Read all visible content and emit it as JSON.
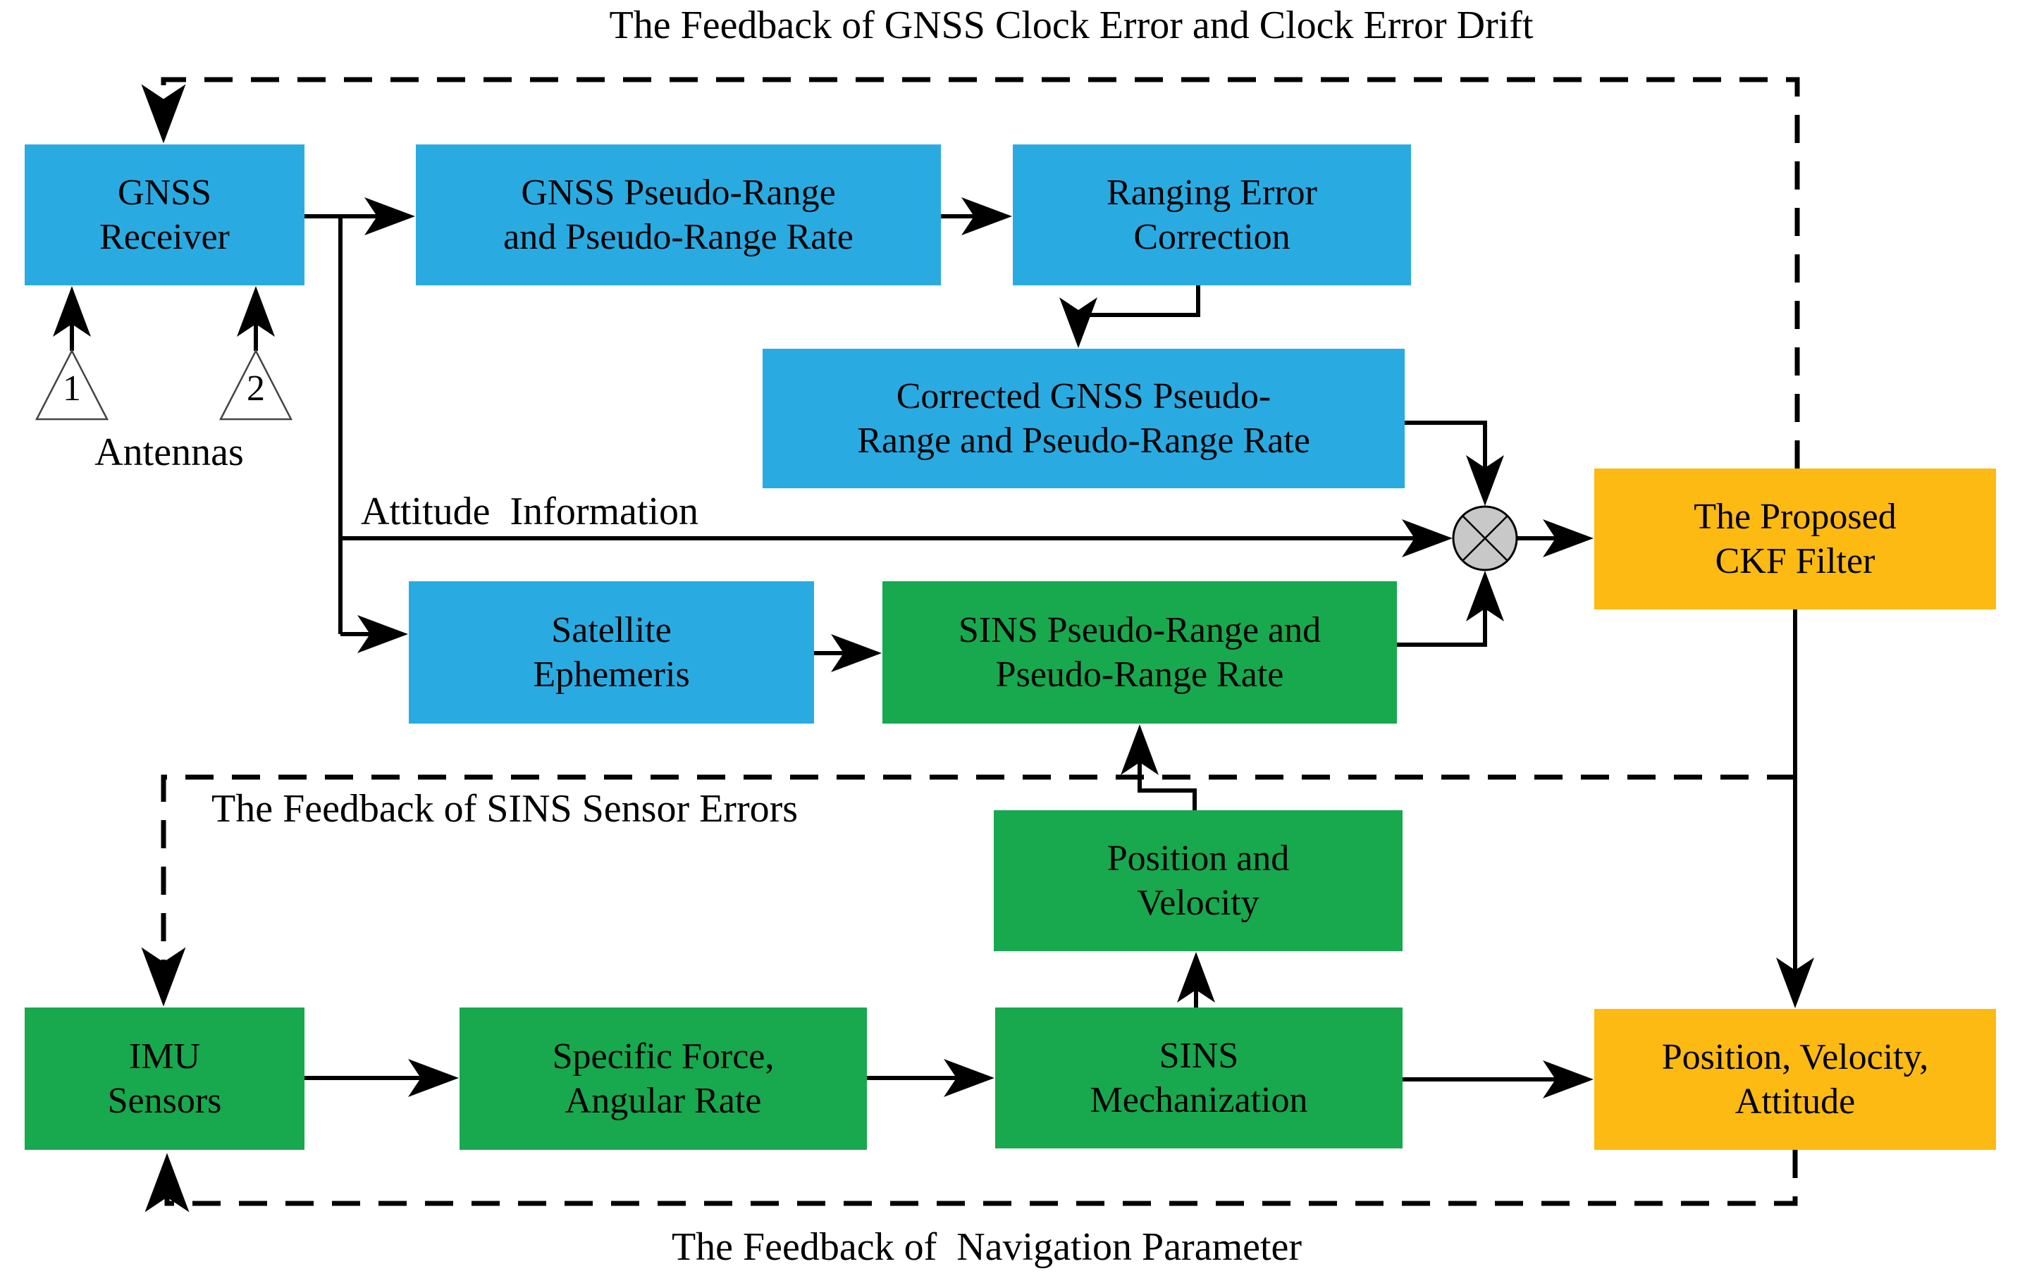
{
  "colors": {
    "background": "#FFFFFF",
    "blue": "#29ABE2",
    "green": "#18A84E",
    "orange": "#FCBA12",
    "mixer_gray": "#C8C8C8",
    "line": "#000000"
  },
  "icons": {
    "combiner": "crossed-circle-multiplier",
    "antenna": "outlined-triangle"
  },
  "labels": {
    "top_feedback": "The Feedback of GNSS Clock Error and Clock Error Drift",
    "sins_feedback": "The Feedback of SINS Sensor Errors",
    "nav_feedback": "The Feedback of  Navigation Parameter",
    "attitude_info": "Attitude  Information",
    "antennas": "Antennas",
    "antenna_1": "1",
    "antenna_2": "2"
  },
  "nodes": {
    "gnss_receiver": {
      "line1": "GNSS",
      "line2": "Receiver"
    },
    "gnss_pseudo_range": {
      "line1": "GNSS Pseudo-Range",
      "line2": "and Pseudo-Range Rate"
    },
    "ranging_error": {
      "line1": "Ranging Error",
      "line2": "Correction"
    },
    "corrected_gnss": {
      "line1": "Corrected GNSS Pseudo-",
      "line2": "Range and Pseudo-Range Rate"
    },
    "satellite_ephemeris": {
      "line1": "Satellite",
      "line2": "Ephemeris"
    },
    "sins_pseudo_range": {
      "line1": "SINS Pseudo-Range and",
      "line2": "Pseudo-Range Rate"
    },
    "ckf_filter": {
      "line1": "The Proposed",
      "line2": "CKF Filter"
    },
    "position_velocity": {
      "line1": "Position and",
      "line2": "Velocity"
    },
    "imu_sensors": {
      "line1": "IMU",
      "line2": "Sensors"
    },
    "specific_force": {
      "line1": "Specific Force,",
      "line2": "Angular Rate"
    },
    "sins_mechanization": {
      "line1": "SINS",
      "line2": "Mechanization"
    },
    "position_velocity_attitude": {
      "line1": "Position, Velocity,",
      "line2": "Attitude"
    }
  }
}
